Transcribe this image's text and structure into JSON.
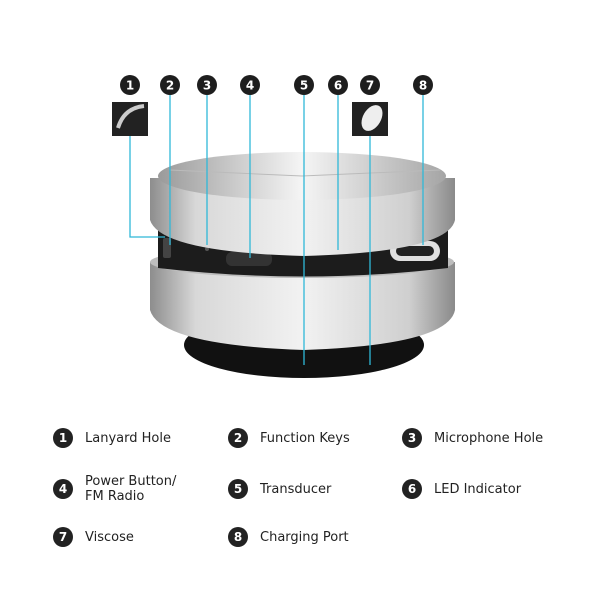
{
  "colors": {
    "leader_line": "#2fb8d8",
    "marker": "#1e1e1e",
    "silver": "#c9c9c9",
    "base": "#111111"
  },
  "markers": [
    "1",
    "2",
    "3",
    "4",
    "5",
    "6",
    "7",
    "8"
  ],
  "legend": [
    {
      "num": "1",
      "label": "Lanyard Hole"
    },
    {
      "num": "2",
      "label": "Function Keys"
    },
    {
      "num": "3",
      "label": "Microphone Hole"
    },
    {
      "num": "4",
      "label": "Power Button/ FM Radio"
    },
    {
      "num": "5",
      "label": "Transducer"
    },
    {
      "num": "6",
      "label": "LED Indicator"
    },
    {
      "num": "7",
      "label": "Viscose"
    },
    {
      "num": "8",
      "label": "Charging Port"
    }
  ]
}
